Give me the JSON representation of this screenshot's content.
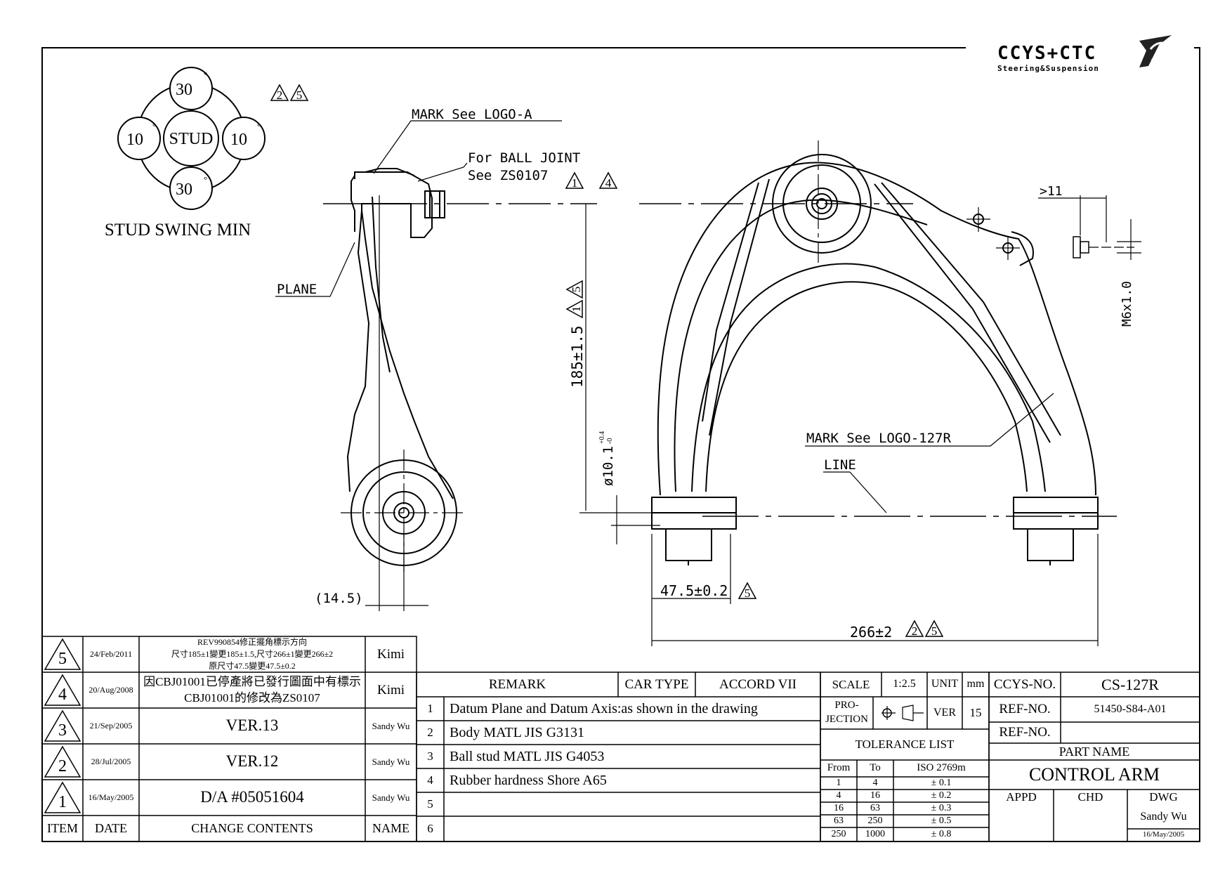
{
  "logo": {
    "brand": "CCYS+CTC",
    "tagline": "Steering&Suspension"
  },
  "stud_swing": {
    "top": "30",
    "bottom": "30",
    "left": "10",
    "right": "10",
    "degree": "°",
    "center": "STUD",
    "caption": "STUD SWING MIN",
    "rev_marks": [
      "2",
      "5"
    ]
  },
  "callouts": {
    "mark_logo_a": "MARK See LOGO-A",
    "ball_joint_1": "For BALL JOINT",
    "ball_joint_2": "See ZS0107",
    "ball_joint_marks": [
      "1",
      "4"
    ],
    "plane": "PLANE",
    "mark_logo_127r": "MARK See LOGO-127R",
    "line": "LINE"
  },
  "dimensions": {
    "width_14_5": "(14.5)",
    "height_185": "185±1.5",
    "height_185_marks": [
      "1",
      "5"
    ],
    "dia_10_1": "ø10.1",
    "dia_tol_upper": "+0.4",
    "dia_tol_lower": "-0",
    "bush_47_5": "47.5±0.2",
    "bush_47_5_mark": "5",
    "span_266": "266±2",
    "span_266_marks": [
      "2",
      "5"
    ],
    "gt_11": ">11",
    "thread": "M6x1.0"
  },
  "revisions": [
    {
      "no": "5",
      "date": "24/Feb/2011",
      "contents": [
        "REV990854修正擺角標示方向",
        "尺寸185±1變更185±1.5,尺寸266±1變更266±2",
        "原尺寸47.5變更47.5±0.2"
      ],
      "name": "Kimi"
    },
    {
      "no": "4",
      "date": "20/Aug/2008",
      "contents": [
        "因CBJ01001已停產將已發行圖面中有標示",
        "CBJ01001的修改為ZS0107"
      ],
      "name": "Kimi"
    },
    {
      "no": "3",
      "date": "21/Sep/2005",
      "contents": [
        "VER.13"
      ],
      "name": "Sandy Wu"
    },
    {
      "no": "2",
      "date": "28/Jul/2005",
      "contents": [
        "VER.12"
      ],
      "name": "Sandy Wu"
    },
    {
      "no": "1",
      "date": "16/May/2005",
      "contents": [
        "D/A #05051604"
      ],
      "name": "Sandy Wu"
    }
  ],
  "rev_headers": {
    "item": "ITEM",
    "date": "DATE",
    "contents": "CHANGE CONTENTS",
    "name": "NAME"
  },
  "remarks_header": {
    "remark": "REMARK",
    "car_type_label": "CAR TYPE",
    "car_type": "ACCORD VII"
  },
  "remarks": [
    {
      "no": "1",
      "text": "Datum Plane and Datum Axis:as shown in the drawing"
    },
    {
      "no": "2",
      "text": "Body MATL JIS G3131"
    },
    {
      "no": "3",
      "text": "Ball stud MATL JIS G4053"
    },
    {
      "no": "4",
      "text": "Rubber hardness Shore A65"
    },
    {
      "no": "5",
      "text": ""
    },
    {
      "no": "6",
      "text": ""
    }
  ],
  "spec": {
    "scale_label": "SCALE",
    "scale": "1:2.5",
    "unit_label": "UNIT",
    "unit": "mm",
    "projection_label_1": "PRO-",
    "projection_label_2": "JECTION",
    "ver_label": "VER",
    "ver": "15",
    "tolerance_title": "TOLERANCE LIST",
    "tol_from": "From",
    "tol_to": "To",
    "tol_std": "ISO 2769m",
    "tolerances": [
      {
        "from": "1",
        "to": "4",
        "tol": "± 0.1"
      },
      {
        "from": "4",
        "to": "16",
        "tol": "± 0.2"
      },
      {
        "from": "16",
        "to": "63",
        "tol": "± 0.3"
      },
      {
        "from": "63",
        "to": "250",
        "tol": "± 0.5"
      },
      {
        "from": "250",
        "to": "1000",
        "tol": "± 0.8"
      }
    ]
  },
  "title_block": {
    "ccys_no_label": "CCYS-NO.",
    "ccys_no": "CS-127R",
    "ref_no_label": "REF-NO.",
    "ref_no": "51450-S84-A01",
    "ref_no2_label": "REF-NO.",
    "ref_no2": "",
    "part_name_label": "PART NAME",
    "part_name": "CONTROL ARM",
    "appd": "APPD",
    "chd": "CHD",
    "dwg": "DWG",
    "drawn_by": "Sandy Wu",
    "drawn_date": "16/May/2005"
  }
}
